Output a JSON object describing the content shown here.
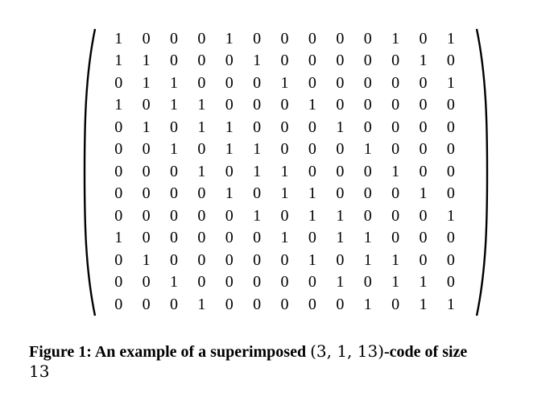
{
  "matrix": {
    "rows": [
      [
        "1",
        "0",
        "0",
        "0",
        "1",
        "0",
        "0",
        "0",
        "0",
        "0",
        "1",
        "0",
        "1"
      ],
      [
        "1",
        "1",
        "0",
        "0",
        "0",
        "1",
        "0",
        "0",
        "0",
        "0",
        "0",
        "1",
        "0"
      ],
      [
        "0",
        "1",
        "1",
        "0",
        "0",
        "0",
        "1",
        "0",
        "0",
        "0",
        "0",
        "0",
        "1"
      ],
      [
        "1",
        "0",
        "1",
        "1",
        "0",
        "0",
        "0",
        "1",
        "0",
        "0",
        "0",
        "0",
        "0"
      ],
      [
        "0",
        "1",
        "0",
        "1",
        "1",
        "0",
        "0",
        "0",
        "1",
        "0",
        "0",
        "0",
        "0"
      ],
      [
        "0",
        "0",
        "1",
        "0",
        "1",
        "1",
        "0",
        "0",
        "0",
        "1",
        "0",
        "0",
        "0"
      ],
      [
        "0",
        "0",
        "0",
        "1",
        "0",
        "1",
        "1",
        "0",
        "0",
        "0",
        "1",
        "0",
        "0"
      ],
      [
        "0",
        "0",
        "0",
        "0",
        "1",
        "0",
        "1",
        "1",
        "0",
        "0",
        "0",
        "1",
        "0"
      ],
      [
        "0",
        "0",
        "0",
        "0",
        "0",
        "1",
        "0",
        "1",
        "1",
        "0",
        "0",
        "0",
        "1"
      ],
      [
        "1",
        "0",
        "0",
        "0",
        "0",
        "0",
        "1",
        "0",
        "1",
        "1",
        "0",
        "0",
        "0"
      ],
      [
        "0",
        "1",
        "0",
        "0",
        "0",
        "0",
        "0",
        "1",
        "0",
        "1",
        "1",
        "0",
        "0"
      ],
      [
        "0",
        "0",
        "1",
        "0",
        "0",
        "0",
        "0",
        "0",
        "1",
        "0",
        "1",
        "1",
        "0"
      ],
      [
        "0",
        "0",
        "0",
        "1",
        "0",
        "0",
        "0",
        "0",
        "0",
        "1",
        "0",
        "1",
        "1"
      ]
    ]
  },
  "caption": {
    "label": "Figure 1:",
    "text_before": " An example of a superimposed ",
    "math": "(3, 1, 13)",
    "text_after": "-code of size",
    "size_value": "13"
  }
}
